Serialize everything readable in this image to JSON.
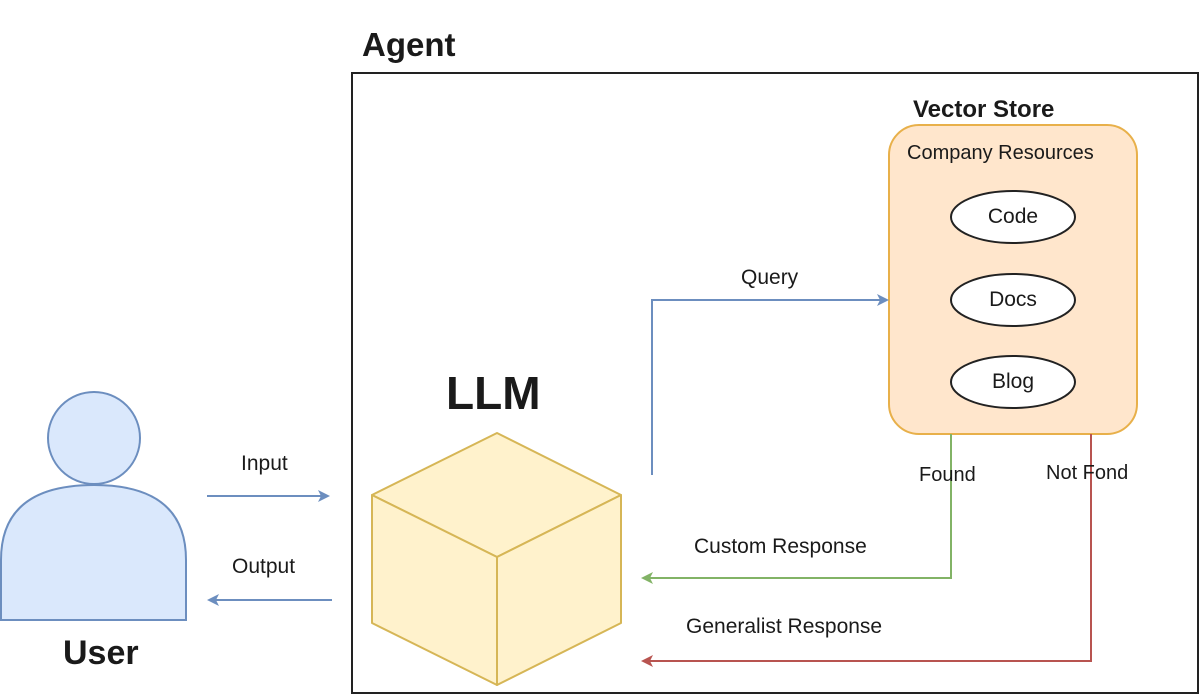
{
  "agent": {
    "title": "Agent"
  },
  "vector_store": {
    "title": "Vector Store",
    "group_label": "Company Resources",
    "items": [
      "Code",
      "Docs",
      "Blog"
    ]
  },
  "llm": {
    "title": "LLM"
  },
  "user": {
    "title": "User"
  },
  "edges": {
    "input": "Input",
    "output": "Output",
    "query": "Query",
    "found": "Found",
    "not_found": "Not Fond",
    "custom_response": "Custom Response",
    "generalist_response": "Generalist Response"
  },
  "colors": {
    "blue_arrow": "#6c8ebf",
    "green_arrow": "#82b366",
    "red_arrow": "#b85450",
    "user_fill": "#dae8fc",
    "cube_fill": "#fff2cc",
    "cube_stroke": "#d6b656",
    "store_fill": "#ffe6cc",
    "store_stroke": "#e8b04a"
  }
}
